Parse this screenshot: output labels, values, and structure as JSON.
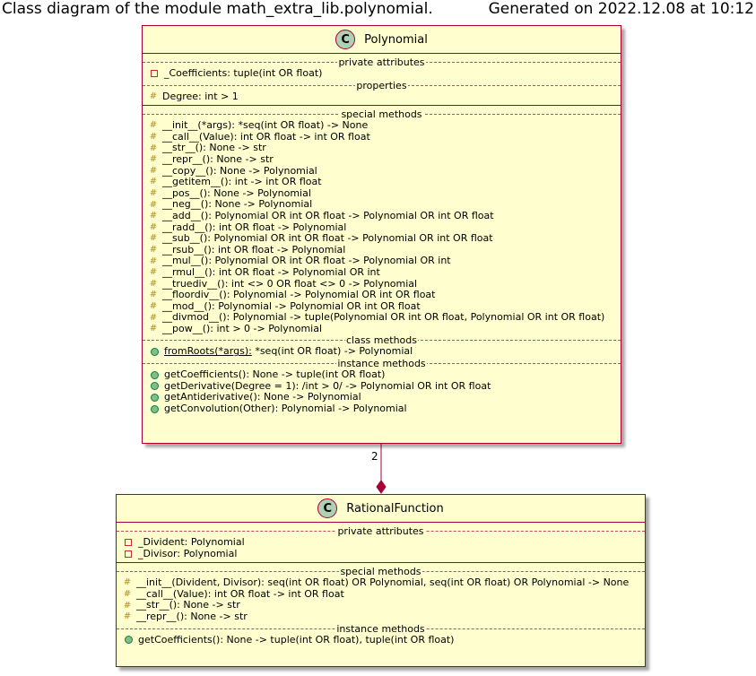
{
  "title": {
    "left": "Class diagram of the module math_extra_lib.polynomial.",
    "right": "Generated on 2022.12.08 at 10:12"
  },
  "colors": {
    "class_fill": "#FEFECE",
    "border": "#A80036",
    "class_icon": "#ADD1B2",
    "private_icon": "#C82930",
    "protected_icon": "#B38D22",
    "public_icon": "#84BE84"
  },
  "polynomial": {
    "icon": "C",
    "name": "Polynomial",
    "private_label": "private attributes",
    "private": [
      "_Coefficients: tuple(int OR float)"
    ],
    "properties_label": "properties",
    "properties": [
      "Degree: int > 1"
    ],
    "special_label": "special methods",
    "special": [
      "__init__(*args): *seq(int OR float) -> None",
      "__call__(Value): int OR float -> int OR float",
      "__str__(): None -> str",
      "__repr__(): None -> str",
      "__copy__(): None -> Polynomial",
      "__getitem__(): int -> int OR float",
      "__pos__(): None -> Polynomial",
      "__neg__(): None -> Polynomial",
      "__add__(): Polynomial OR int OR float -> Polynomial OR int OR float",
      "__radd__(): int OR float -> Polynomial",
      "__sub__(): Polynomial OR int OR float -> Polynomial OR int OR float",
      "__rsub__(): int OR float -> Polynomial",
      "__mul__(): Polynomial OR int OR float -> Polynomial OR int",
      "__rmul__(): int OR float -> Polynomial OR int",
      "__truediv__(): int <> 0 OR float <> 0 -> Polynomial",
      "__floordiv__(): Polynomial -> Polynomial OR int OR float",
      "__mod__(): Polynomial -> Polynomial OR int OR float",
      "__divmod__(): Polynomial -> tuple(Polynomial OR int OR float, Polynomial OR int OR float)",
      "__pow__(): int > 0 -> Polynomial"
    ],
    "class_label": "class methods",
    "class_method_name": "fromRoots(*args):",
    "class_method_rest": " *seq(int OR float) -> Polynomial",
    "instance_label": "instance methods",
    "instance": [
      "getCoefficients(): None -> tuple(int OR float)",
      "getDerivative(Degree = 1): /int > 0/ -> Polynomial OR int OR float",
      "getAntiderivative(): None -> Polynomial",
      "getConvolution(Other): Polynomial -> Polynomial"
    ]
  },
  "multiplicity": "2",
  "rational": {
    "icon": "C",
    "name": "RationalFunction",
    "private_label": "private attributes",
    "private": [
      "_Divident: Polynomial",
      "_Divisor: Polynomial"
    ],
    "special_label": "special methods",
    "special": [
      "__init__(Divident, Divisor): seq(int OR float) OR Polynomial, seq(int OR float) OR Polynomial -> None",
      "__call__(Value): int OR float -> int OR float",
      "__str__(): None -> str",
      "__repr__(): None -> str"
    ],
    "instance_label": "instance methods",
    "instance": [
      "getCoefficients(): None -> tuple(int OR float), tuple(int OR float)"
    ]
  }
}
